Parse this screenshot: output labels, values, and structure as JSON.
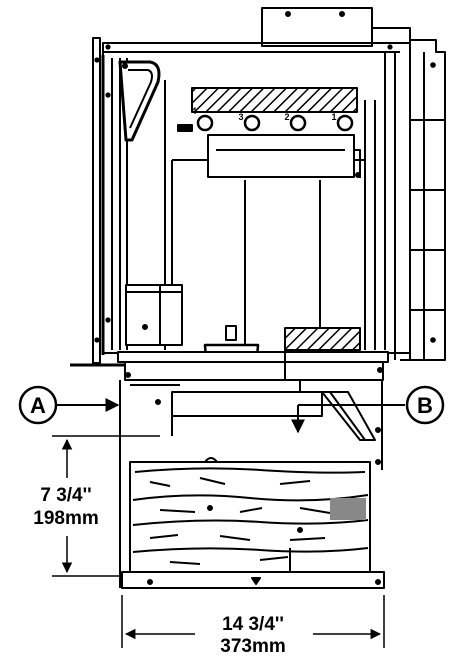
{
  "callouts": {
    "a": "A",
    "b": "B"
  },
  "dimensions": {
    "height_imperial": "7 3/4''",
    "height_metric": "198mm",
    "width_imperial": "14 3/4''",
    "width_metric": "373mm"
  },
  "knob_labels": [
    "4",
    "3",
    "2",
    "1"
  ],
  "colors": {
    "line": "#000000",
    "background": "#ffffff"
  }
}
